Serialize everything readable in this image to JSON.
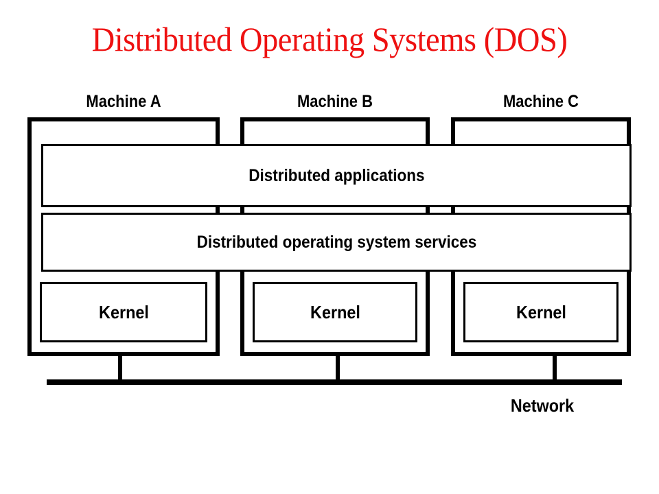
{
  "slide": {
    "title": "Distributed Operating Systems (DOS)",
    "title_color": "#ee1111",
    "background_color": "#ffffff",
    "line_color": "#000000"
  },
  "machines": [
    {
      "label": "Machine A",
      "kernel_label": "Kernel"
    },
    {
      "label": "Machine B",
      "kernel_label": "Kernel"
    },
    {
      "label": "Machine C",
      "kernel_label": "Kernel"
    }
  ],
  "layers": {
    "applications": "Distributed applications",
    "services": "Distributed operating system services"
  },
  "network": {
    "label": "Network"
  }
}
